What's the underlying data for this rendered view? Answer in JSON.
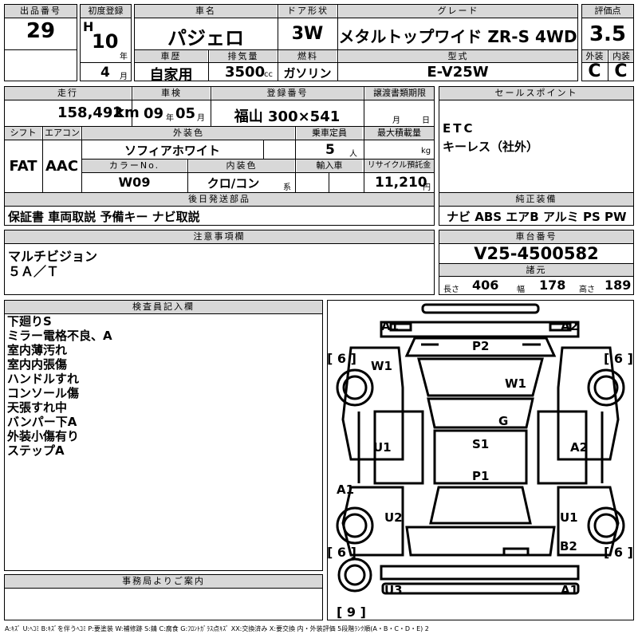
{
  "header_labels": {
    "lot_number": "出品番号",
    "first_reg": "初度登録",
    "car_name": "車名",
    "door_type": "ドア形状",
    "grade": "グレード",
    "rating": "評価点",
    "history": "車歴",
    "displacement": "排気量",
    "fuel": "燃料",
    "model_type": "型式",
    "exterior": "外装",
    "interior": "内装",
    "mileage": "走行",
    "inspection": "車検",
    "reg_number": "登録番号",
    "transfer_deadline": "譲渡書類期限",
    "sales_point": "セールスポイント",
    "shift": "シフト",
    "aircon": "エアコン",
    "ext_color": "外装色",
    "capacity": "乗車定員",
    "max_load": "最大積載量",
    "color_no": "カラーNo.",
    "int_color": "内装色",
    "import": "輸入車",
    "recycle": "リサイクル預託金",
    "later_items": "後日発送部品",
    "equipment": "純正装備",
    "notes": "注意事項欄",
    "chassis": "車台番号",
    "specs": "諸元",
    "inspector": "検査員記入欄",
    "office": "事務局よりご案内"
  },
  "lot": {
    "number": "29"
  },
  "first_registration": {
    "era": "H",
    "year": "10",
    "year_unit": "年",
    "month": "4",
    "month_unit": "月"
  },
  "car": {
    "name": "パジェロ",
    "door": "3W",
    "grade": "メタルトップワイド ZR-S 4WD"
  },
  "rating": {
    "overall": "3.5",
    "exterior": "C",
    "interior": "C"
  },
  "history": "自家用",
  "displacement": {
    "value": "3500",
    "unit": "cc"
  },
  "fuel": "ガソリン",
  "model_type": "E-V25W",
  "mileage": {
    "value": "158,492",
    "unit": "km"
  },
  "inspection": {
    "year": "09",
    "year_unit": "年",
    "month": "05",
    "month_unit": "月"
  },
  "reg_number": "福山 300×541",
  "transfer_deadline": {
    "month_unit": "月",
    "day_unit": "日"
  },
  "sales_points": [
    "ETC",
    "キーレス（社外）"
  ],
  "shift": "FAT",
  "aircon": "AAC",
  "ext_color": "ソフィアホワイト",
  "capacity": {
    "value": "5",
    "unit": "人"
  },
  "max_load": {
    "unit": "kg"
  },
  "color_no": "W09",
  "int_color": {
    "value": "クロ/コン",
    "unit": "系"
  },
  "recycle": {
    "value": "11,210",
    "unit": "円"
  },
  "later_items": "保証書 車両取説 予備キー ナビ取説",
  "equipment": "ナビ ABS エアB アルミ PS PW",
  "notes": [
    "マルチビジョン",
    "５Ａ／Ｔ"
  ],
  "chassis_number": "V25-4500582",
  "specs": {
    "length_label": "長さ",
    "length": "406",
    "width_label": "幅",
    "width": "178",
    "height_label": "高さ",
    "height": "189"
  },
  "inspector_remarks": [
    "下廻りS",
    "ミラー電格不良、A",
    "室内薄汚れ",
    "室内内張傷",
    "ハンドルすれ",
    "コンソール傷",
    "天張すれ中",
    "バンパー下A",
    "外装小傷有り",
    "ステップA"
  ],
  "diagram_marks": {
    "front_left": "A1",
    "front_right": "A2",
    "hood": "P2",
    "fender_left": "W1",
    "windshield": "W1",
    "roof": "G",
    "door_left": "U1",
    "door_right": "A2",
    "seat": "S1",
    "floor": "P1",
    "rear_left_panel": "A1",
    "rear_left_wheel": "U2",
    "rear_right_wheel": "U1",
    "rear_right_panel": "B2",
    "rear_left": "U3",
    "rear_right": "A1",
    "tire_fl": "[ 6 ]",
    "tire_fr": "[ 6 ]",
    "tire_rl": "[ 6 ]",
    "tire_rr": "[ 6 ]",
    "spare": "[ 9 ]"
  },
  "legend": "A:ｷｽﾞ U:ﾍｺﾐ B:ｷｽﾞを伴うﾍｺﾐ P:要塗装 W:補修跡 S:錆 C:腐食 G:ﾌﾛﾝﾄｶﾞﾗｽ点ｷｽﾞ XX:交換済み X:要交換 内・外装評価 5段階ﾗﾝｸ順(A・B・C・D・E) 2"
}
